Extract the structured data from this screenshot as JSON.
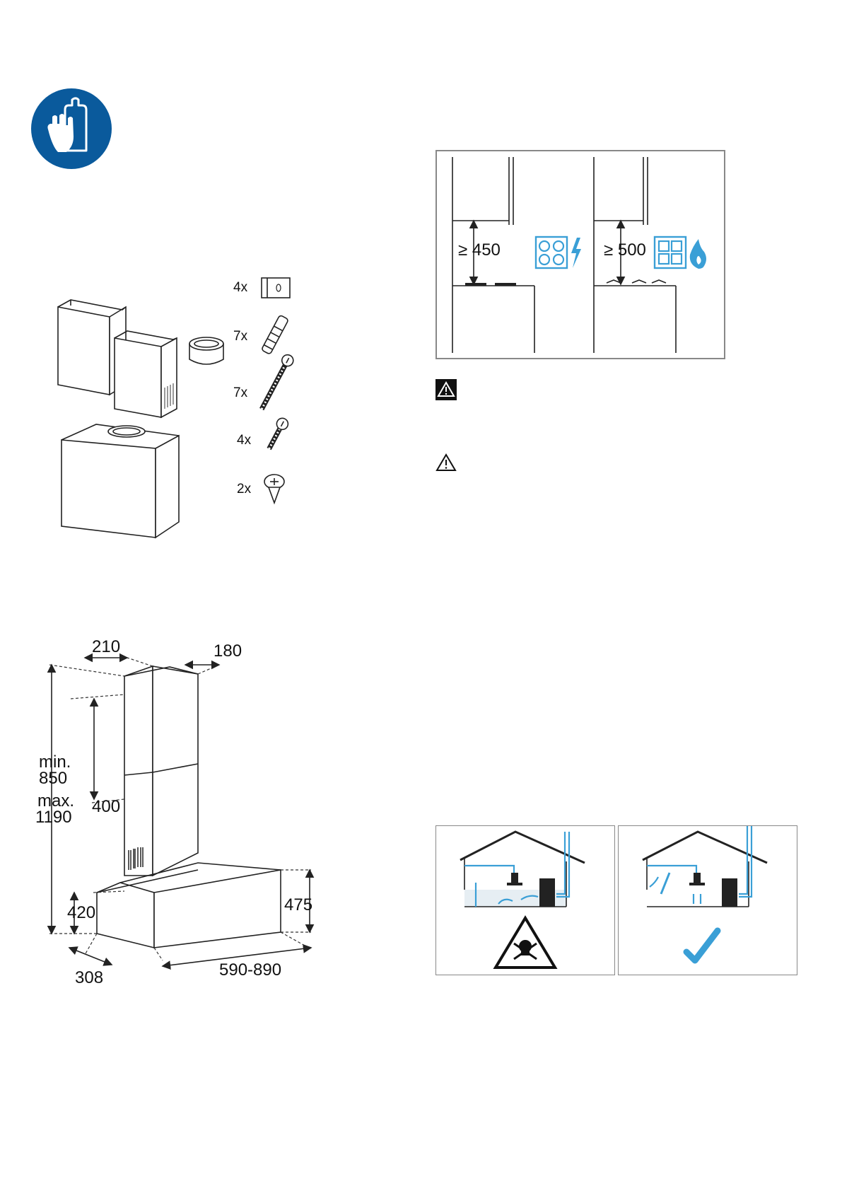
{
  "parts": {
    "qty_brackets": "4x",
    "qty_dowels": "7x",
    "qty_screws_long": "7x",
    "qty_screws_short": "4x",
    "qty_screws_pan": "2x"
  },
  "dimensions": {
    "width_top": "210",
    "depth_top": "180",
    "min_label": "min.",
    "min_value": "850",
    "max_label": "max.",
    "max_value": "1190",
    "chimney_height": "400",
    "base_height": "420",
    "hood_height": "475",
    "hood_depth": "308",
    "hood_width": "590-890"
  },
  "clearance": {
    "electric_value": "≥ 450",
    "gas_value": "≥ 500"
  },
  "colors": {
    "safety_blue": "#0a5a9c",
    "diagram_blue": "#3a9fd6"
  },
  "icons": {
    "gloves": "gloves-icon",
    "warning": "warning-icon",
    "skull": "skull-icon",
    "check": "checkmark-icon"
  }
}
